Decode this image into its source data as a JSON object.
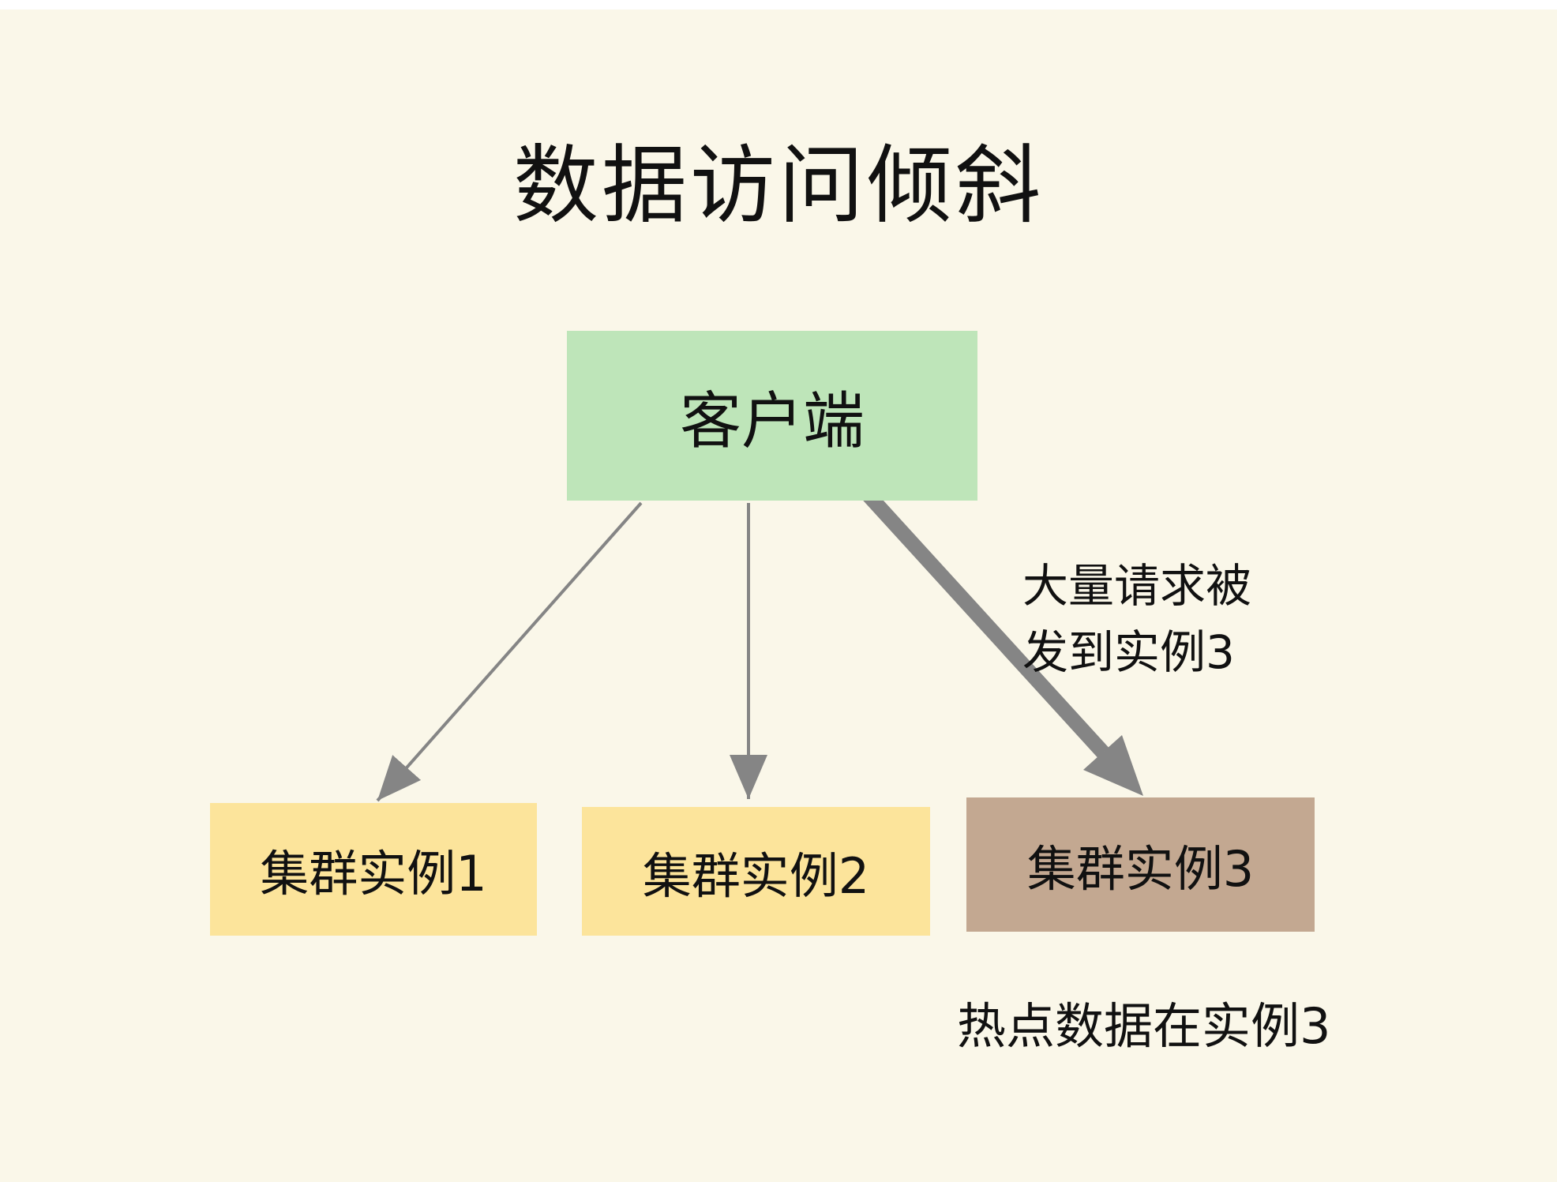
{
  "title": "数据访问倾斜",
  "client_box": {
    "label": "客户端"
  },
  "instances": [
    {
      "label": "集群实例1",
      "type": "normal"
    },
    {
      "label": "集群实例2",
      "type": "normal"
    },
    {
      "label": "集群实例3",
      "type": "hot"
    }
  ],
  "annotations": {
    "heavy_requests": "大量请求被\n发到实例3",
    "hot_data": "热点数据在实例3"
  },
  "arrows": [
    {
      "name": "client-to-instance-1",
      "weight": "thin"
    },
    {
      "name": "client-to-instance-2",
      "weight": "thin"
    },
    {
      "name": "client-to-instance-3",
      "weight": "thick"
    }
  ],
  "colors": {
    "background": "#FAF7E9",
    "client_fill": "#BEE5B9",
    "instance_fill": "#FCE49B",
    "hot_instance_fill": "#C3A891",
    "arrow": "#858585",
    "text": "#111111"
  }
}
